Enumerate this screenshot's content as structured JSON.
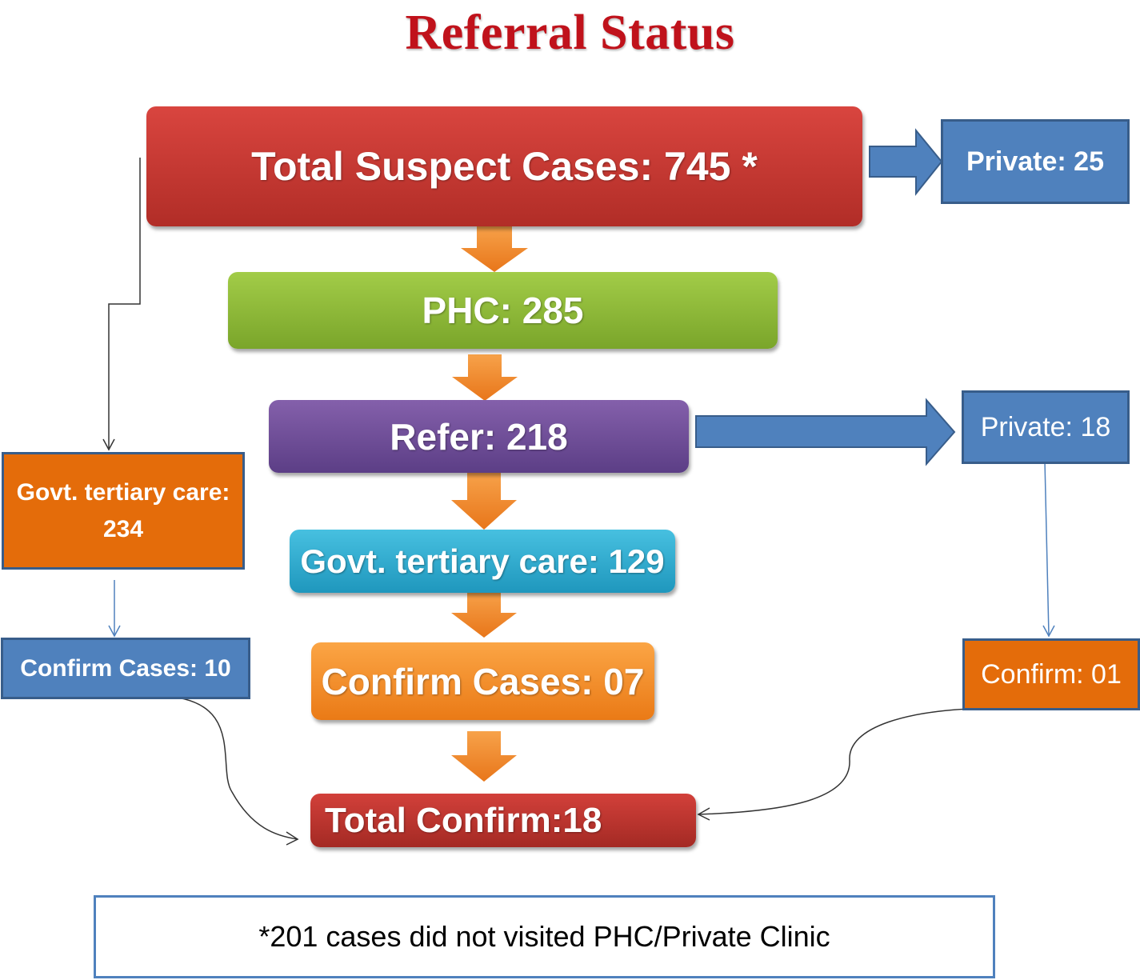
{
  "title": "Referral Status",
  "nodes": {
    "total_suspect": "Total Suspect Cases: 745 *",
    "private_25": "Private: 25",
    "phc": "PHC: 285",
    "refer": "Refer: 218",
    "private_18": "Private: 18",
    "govt_tertiary_234_line1": "Govt. tertiary care:",
    "govt_tertiary_234_line2": "234",
    "govt_tertiary_129": "Govt. tertiary care: 129",
    "confirm_cases_10": "Confirm Cases: 10",
    "confirm_cases_07": "Confirm Cases: 07",
    "confirm_01": "Confirm: 01",
    "total_confirm": "Total Confirm:18"
  },
  "footnote": "*201 cases did not visited PHC/Private Clinic",
  "colors": {
    "title": "#c0121b",
    "red": "#c0392b",
    "green": "#8cb832",
    "purple": "#6a4c93",
    "cyan": "#2eaacc",
    "orange": "#f0861f",
    "blue_box": "#4f81bd",
    "orange_box": "#e46c0a"
  }
}
